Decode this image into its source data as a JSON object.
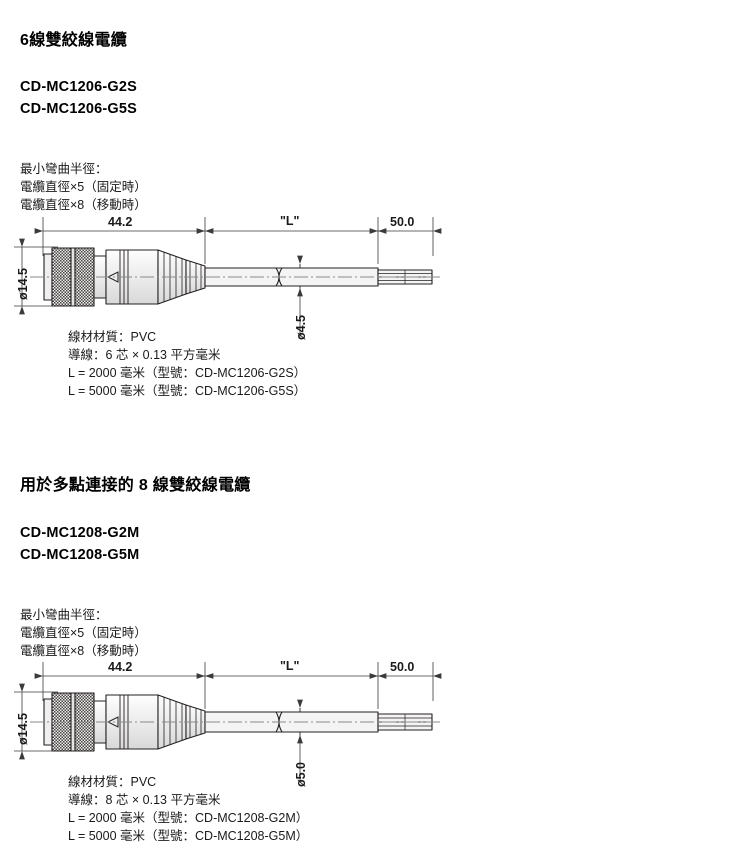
{
  "page": {
    "background": "#ffffff",
    "line_color": "#231f20",
    "fill_color": "#f1f1f1",
    "dim_color": "#3a3a3a"
  },
  "sections": [
    {
      "id": "six-wire",
      "heading": "6線雙絞線電纜",
      "models": [
        "CD-MC1206-G2S",
        "CD-MC1206-G5S"
      ],
      "notes": [
        "最小彎曲半徑：",
        "電纜直徑×5（固定時）",
        "電纜直徑×8（移動時）"
      ],
      "dimensions": {
        "length_connector": "44.2",
        "length_cable": "\"L\"",
        "length_tail": "50.0",
        "diameter_connector": "ø14.5",
        "diameter_cable": "ø4.5"
      },
      "specs": [
        "線材材質：PVC",
        "導線：6 芯 × 0.13 平方毫米",
        "L = 2000 毫米（型號：CD-MC1206-G2S）",
        "L = 5000 毫米（型號：CD-MC1206-G5S）"
      ]
    },
    {
      "id": "eight-wire",
      "heading": "用於多點連接的 8 線雙絞線電纜",
      "models": [
        "CD-MC1208-G2M",
        "CD-MC1208-G5M"
      ],
      "notes": [
        "最小彎曲半徑：",
        "電纜直徑×5（固定時）",
        "電纜直徑×8（移動時）"
      ],
      "dimensions": {
        "length_connector": "44.2",
        "length_cable": "\"L\"",
        "length_tail": "50.0",
        "diameter_connector": "ø14.5",
        "diameter_cable": "ø5.0"
      },
      "specs": [
        "線材材質：PVC",
        "導線：8 芯 × 0.13 平方毫米",
        "L = 2000 毫米（型號：CD-MC1208-G2M）",
        "L = 5000 毫米（型號：CD-MC1208-G5M）"
      ]
    }
  ]
}
